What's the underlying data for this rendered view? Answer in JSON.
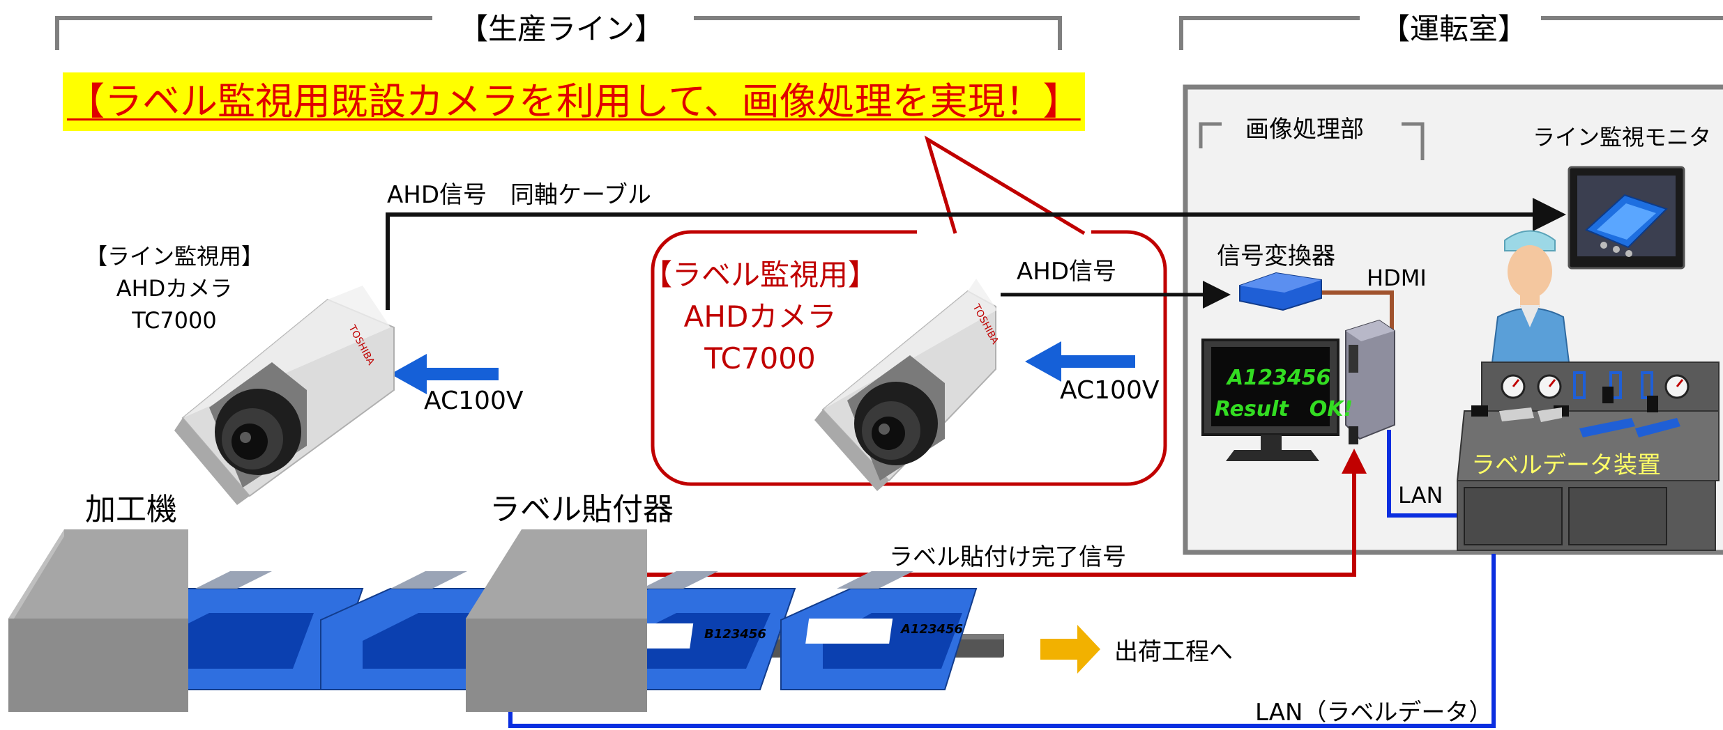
{
  "title_production": "【生産ライン】",
  "title_control": "【運転室】",
  "banner": "【ラベル監視用既設カメラを利用して、画像処理を実現！】",
  "cable_label": "AHD信号　同軸ケーブル",
  "line_camera": {
    "line1": "【ライン監視用】",
    "line2": "AHDカメラ",
    "line3": "TC7000"
  },
  "label_camera": {
    "line1": "【ラベル監視用】",
    "line2": "AHDカメラ",
    "line3": "TC7000"
  },
  "ahd_signal": "AHD信号",
  "ac_power_1": "AC100V",
  "ac_power_2": "AC100V",
  "image_processing": "画像処理部",
  "line_monitor": "ライン監視モニタ",
  "signal_converter": "信号変換器",
  "hdmi": "HDMI",
  "lan_short": "LAN",
  "label_data_device": "ラベルデータ装置",
  "processing_machine": "加工機",
  "labeler": "ラベル貼付器",
  "complete_signal": "ラベル貼付け完了信号",
  "shipping": "出荷工程へ",
  "lan_data": "LAN（ラベルデータ）",
  "monitor_screen": {
    "line1": "A123456",
    "line2": "Result　OK!"
  },
  "product_tags": {
    "first": "B123456",
    "second": "A123456"
  },
  "colors": {
    "red": "#c00000",
    "blue": "#0a2ee0",
    "banner": "#ffff00",
    "arrow_blue": "#1560d8",
    "arrow_orange": "#f2b100"
  }
}
